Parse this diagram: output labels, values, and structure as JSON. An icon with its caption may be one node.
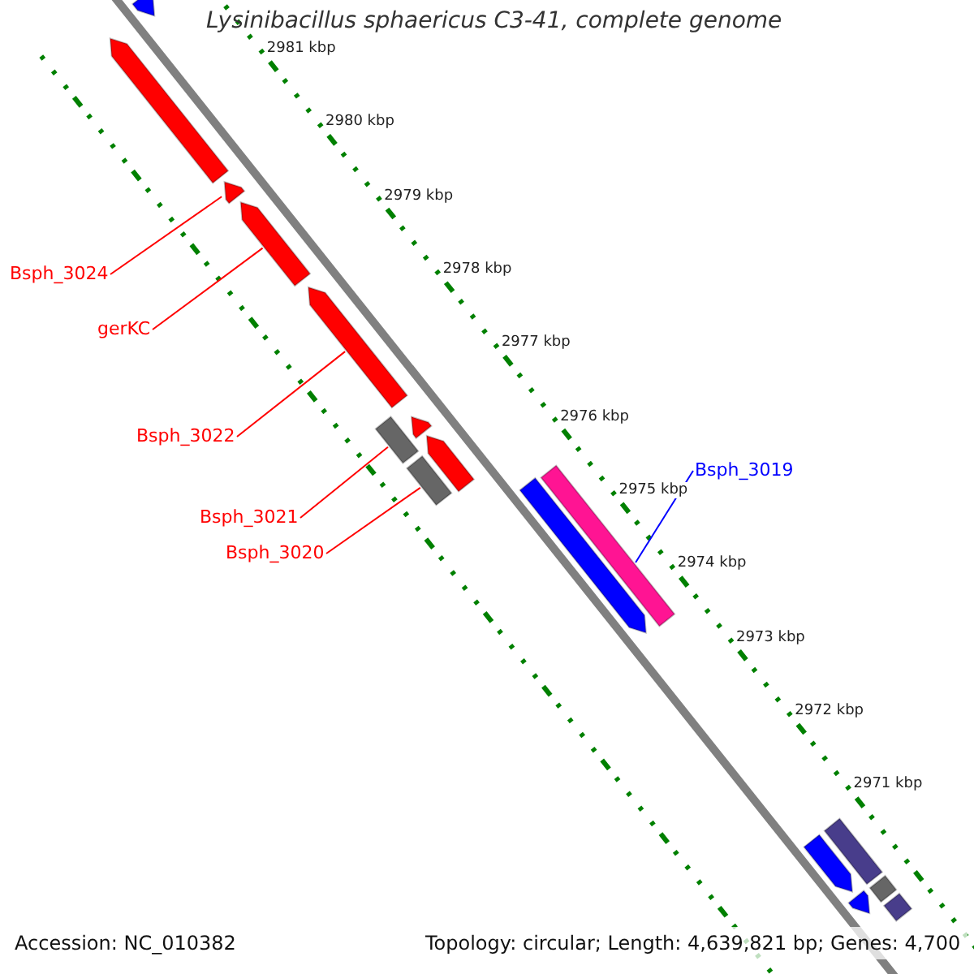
{
  "diagram": {
    "title": "Lysinibacillus sphaericus C3-41, complete genome",
    "nodes": [
      {
        "text": [
          "Bsph_3024"
        ]
      },
      {
        "text": [
          "gerKC"
        ]
      },
      {
        "text": [
          "Bsph_3022"
        ]
      },
      {
        "text": [
          "Bsph_3021"
        ]
      },
      {
        "text": [
          "Bsph_3020"
        ]
      },
      {
        "text": [
          "Bsph_3019"
        ]
      },
      {
        "text": [],
        "shape": "bar"
      },
      {
        "text": [],
        "shape": "bar"
      },
      {
        "text": [],
        "shape": "bar"
      },
      {
        "text": [],
        "shape": "bar"
      },
      {
        "text": [],
        "shape": "bar"
      },
      {
        "text": [],
        "shape": "bar"
      },
      {
        "text": [],
        "shape": "bar"
      },
      {
        "text": [],
        "shape": "bar"
      },
      {
        "text": [],
        "shape": "bar"
      },
      {
        "text": [],
        "shape": "bar"
      },
      {
        "text": [],
        "shape": "bar"
      },
      {
        "text": [],
        "shape": "bar"
      },
      {
        "text": [],
        "shape": "bar"
      },
      {
        "text": [],
        "shape": "bar"
      },
      {
        "text": [],
        "shape": "bar"
      },
      {
        "text": [],
        "shape": "bar"
      }
    ],
    "edges": [
      {
        "from": 0,
        "to": 8,
        "arrow": "none"
      },
      {
        "from": 1,
        "to": 9,
        "arrow": "none"
      },
      {
        "from": 2,
        "to": 10,
        "arrow": "none"
      },
      {
        "from": 3,
        "to": 11,
        "arrow": "none"
      },
      {
        "from": 4,
        "to": 14,
        "arrow": "none"
      },
      {
        "from": 5,
        "to": 16,
        "arrow": "none",
        "color": "#0000ff"
      }
    ],
    "labels": [
      "2981 kbp",
      "2980 kbp",
      "2979 kbp",
      "2978 kbp",
      "2977 kbp",
      "2976 kbp",
      "2975 kbp",
      "2974 kbp",
      "2973 kbp",
      "2972 kbp",
      "2971 kbp",
      "Accession: NC_010382",
      "Topology: circular; Length: 4,639,821 bp; Genes: 4,700"
    ]
  }
}
